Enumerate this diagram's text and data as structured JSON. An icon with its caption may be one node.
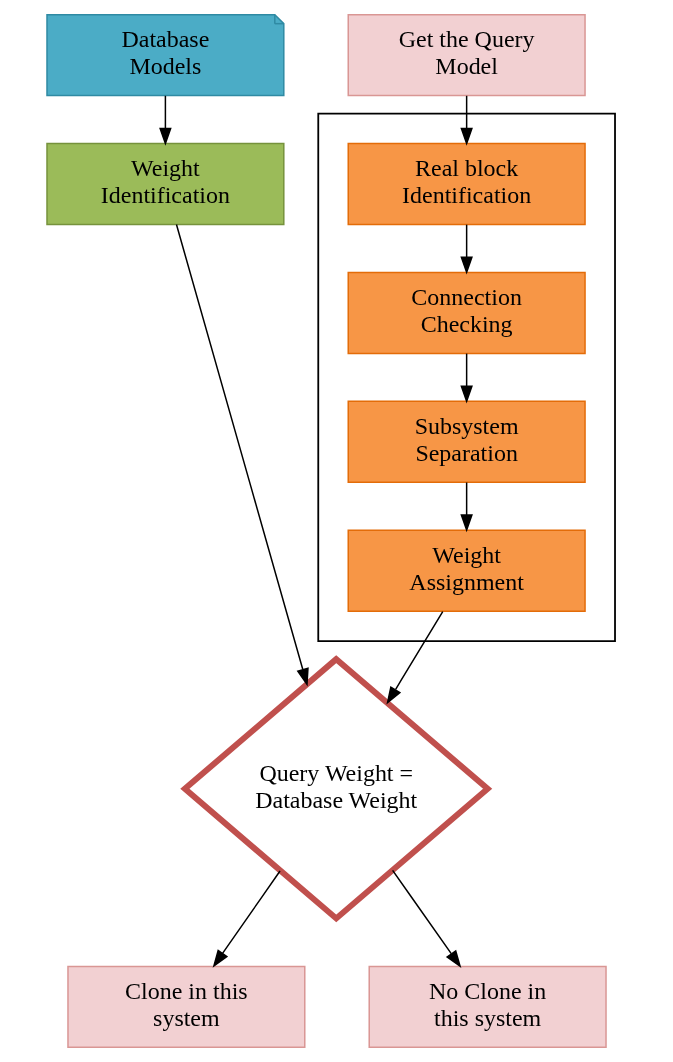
{
  "diagram": {
    "nodes": [
      {
        "text": [
          "Database Models"
        ]
      },
      {
        "text": [
          "Get the Query Model"
        ]
      },
      {
        "text": [
          "Weight Identification"
        ]
      },
      {
        "text": [],
        "shape": "box"
      },
      {
        "text": [
          "Real block Identification"
        ],
        "in": 3
      },
      {
        "text": [
          "Connection Checking"
        ],
        "in": 3
      },
      {
        "text": [
          "Subsystem Separation"
        ],
        "in": 3
      },
      {
        "text": [
          "Weight Assignment"
        ],
        "in": 3
      },
      {
        "text": [
          "Query Weight = Database Weight"
        ]
      },
      {
        "text": [
          "Clone in this system"
        ]
      },
      {
        "text": [
          "No Clone in this system"
        ]
      }
    ],
    "edges": [
      {
        "from": 0,
        "to": 2,
        "arrow": "to"
      },
      {
        "from": 1,
        "to": 4,
        "arrow": "to"
      },
      {
        "from": 4,
        "to": 5,
        "arrow": "to"
      },
      {
        "from": 5,
        "to": 6,
        "arrow": "to"
      },
      {
        "from": 6,
        "to": 7,
        "arrow": "to"
      },
      {
        "from": 7,
        "to": 8,
        "arrow": "to"
      },
      {
        "from": 2,
        "to": 8,
        "arrow": "to"
      },
      {
        "from": 8,
        "to": 9,
        "arrow": "to"
      },
      {
        "from": 8,
        "to": 10,
        "arrow": "to"
      }
    ]
  }
}
